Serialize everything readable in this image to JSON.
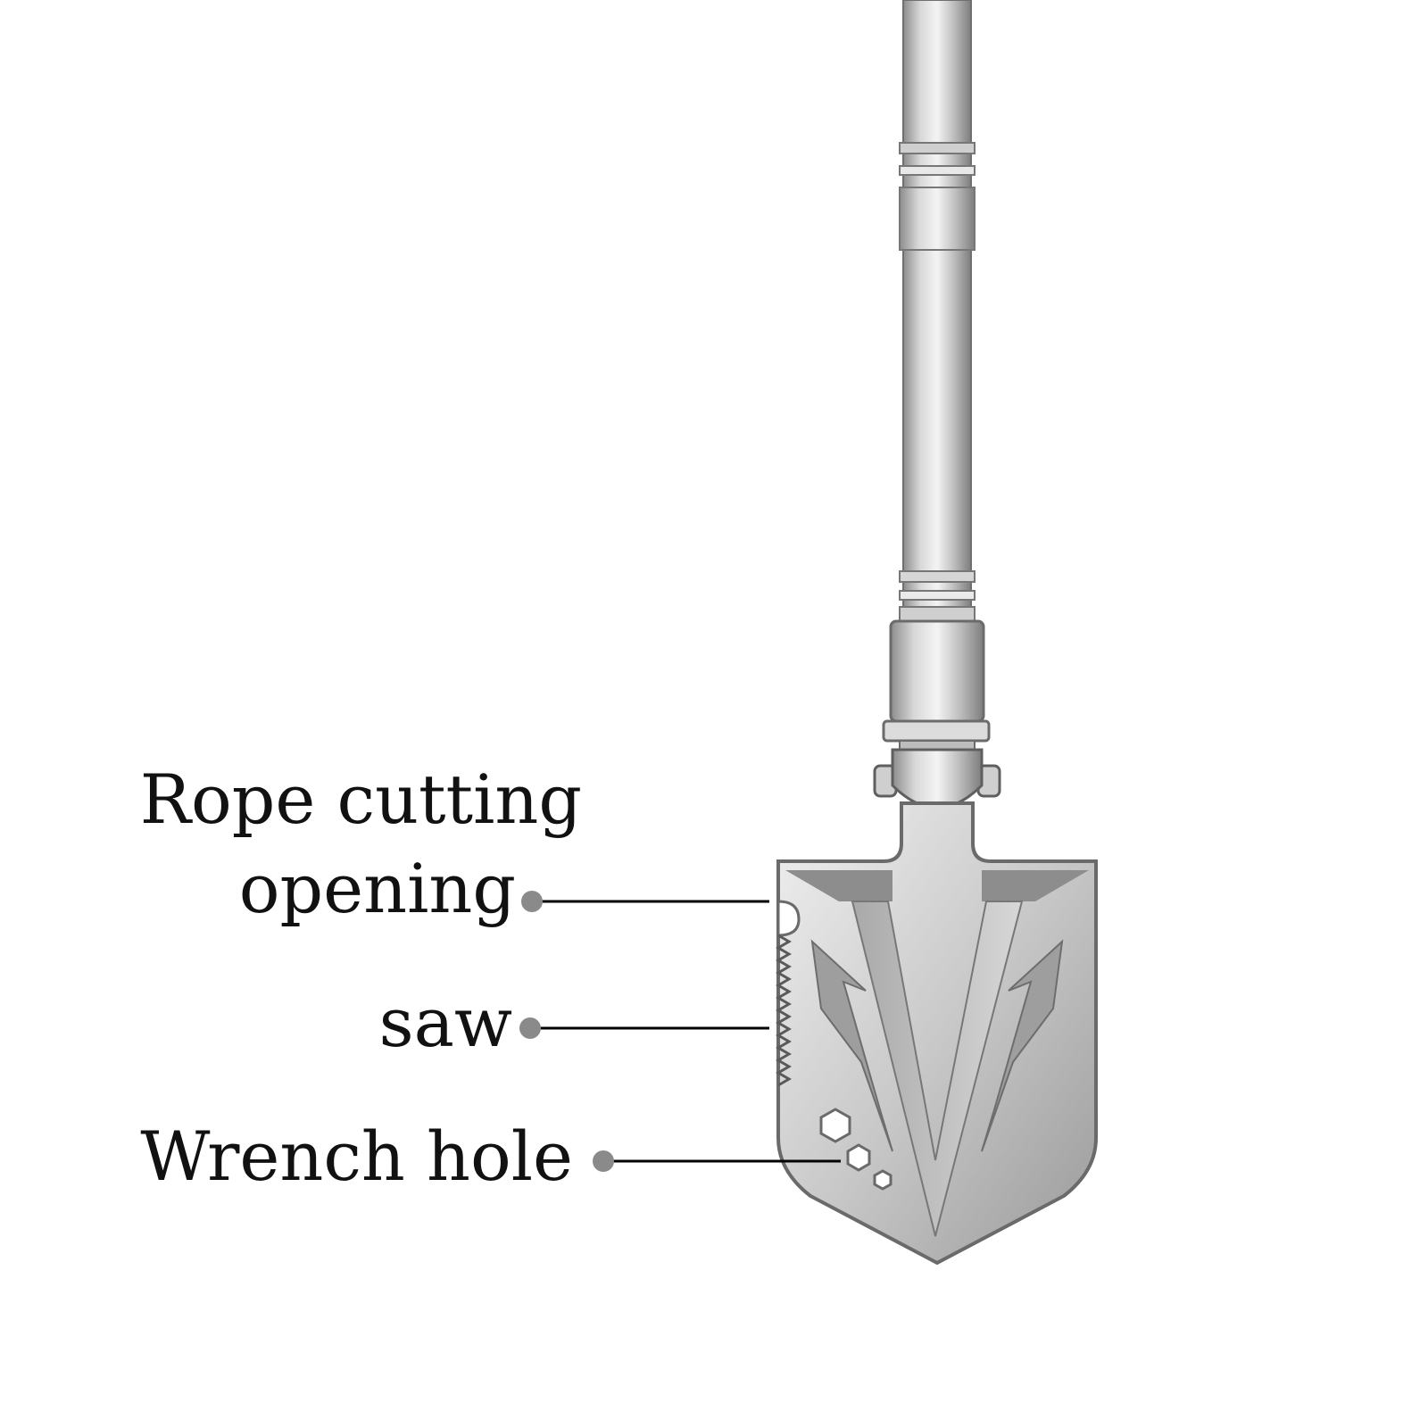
{
  "callouts": {
    "rope_cutting_line1": "Rope cutting",
    "rope_cutting_line2": "opening",
    "saw": "saw",
    "wrench_hole": "Wrench hole"
  },
  "colors": {
    "background": "#ffffff",
    "text": "#111111",
    "leader_line": "#000000",
    "leader_dot": "#8a8a8a",
    "steel_light": "#e6e6e6",
    "steel_mid": "#b9b9b9",
    "steel_dark": "#7a7a7a"
  },
  "icons": {
    "product": "folding-shovel-icon"
  }
}
